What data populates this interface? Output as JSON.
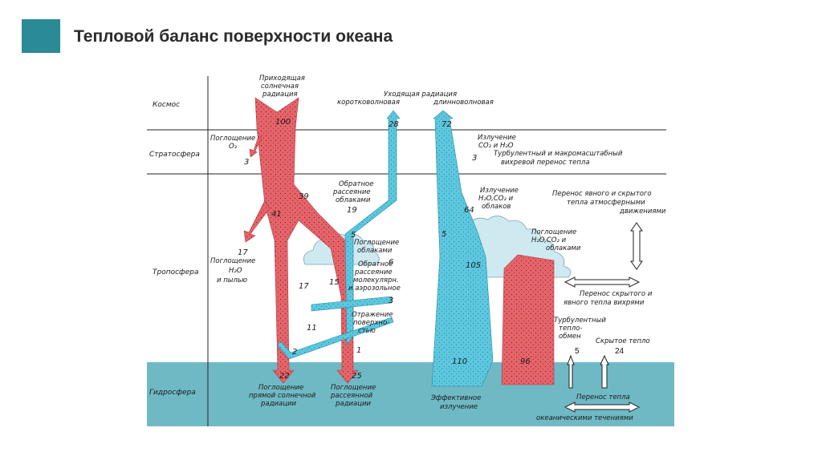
{
  "slide": {
    "title": "Тепловой баланс поверхности океана",
    "accent_color": "#2a8a96"
  },
  "colors": {
    "ocean": "#6fb9c5",
    "red_flow": "#e5646a",
    "blue_flow": "#5cc8e0",
    "cloud": "#cfe9f0"
  },
  "layers": {
    "space": "Космос",
    "stratosphere": "Стратосфера",
    "troposphere": "Тропосфера",
    "hydrosphere": "Гидросфера"
  },
  "labels": {
    "incoming_1": "Приходящая",
    "incoming_2": "солнечная",
    "incoming_3": "радиация",
    "outgoing_1": "Уходящая радиация",
    "outgoing_short": "коротковолновая",
    "outgoing_long": "длинноволновая",
    "absorb_o3_1": "Поглощение",
    "absorb_o3_2": "O₃",
    "emission_1": "Излучение",
    "emission_2": "CO₂ и H₂O",
    "turbulent_1": "Турбулентный и макромасштабный",
    "turbulent_2": "вихревой перенос тепла",
    "backscatter_1": "Обратное",
    "backscatter_2": "рассеяние",
    "backscatter_3": "облаками",
    "emission_clouds_1": "Излучение",
    "emission_clouds_2": "H₂O,CO₂ и",
    "emission_clouds_3": "облаков",
    "transfer_atm_1": "Перенос явного и скрытого",
    "transfer_atm_2": "тепла атмосферными",
    "transfer_atm_3": "движениями",
    "cloud_abs_1": "Поглощение",
    "cloud_abs_2": "облаками",
    "abs_h2o_clouds_1": "Поглощение",
    "abs_h2o_clouds_2": "H₂O,CO₂ и",
    "abs_h2o_clouds_3": "облаками",
    "abs_dust_1": "Поглощение",
    "abs_dust_2": "H₂O",
    "abs_dust_3": "и пылью",
    "mol_scatter_1": "Обратное",
    "mol_scatter_2": "рассеяние",
    "mol_scatter_3": "молекулярн.",
    "mol_scatter_4": "и аэрозольное",
    "surface_refl_1": "Отражение",
    "surface_refl_2": "поверхно-",
    "surface_refl_3": "стью",
    "eddy_1": "Перенос скрытого и",
    "eddy_2": "явного тепла вихрями",
    "turb_exchange_1": "Турбулентный",
    "turb_exchange_2": "тепло-",
    "turb_exchange_3": "обмен",
    "latent": "Скрытое тепло",
    "direct_abs_1": "Поглощение",
    "direct_abs_2": "прямой солнечной",
    "direct_abs_3": "радиации",
    "diffuse_abs_1": "Поглощение",
    "diffuse_abs_2": "рассеянной",
    "diffuse_abs_3": "радиации",
    "effective_1": "Эффективное",
    "effective_2": "излучение",
    "ocean_transfer_1": "Перенос тепла",
    "ocean_transfer_2": "океаническими течениями"
  },
  "values": {
    "v100": "100",
    "v28": "28",
    "v72": "72",
    "v3a": "3",
    "v3b": "3",
    "v39": "39",
    "v41": "41",
    "v19": "19",
    "v5a": "5",
    "v64": "64",
    "v5b": "5",
    "v17a": "17",
    "v17b": "17",
    "v15": "15",
    "v6": "6",
    "v3c": "3",
    "v105": "105",
    "v11": "11",
    "v2": "2",
    "v1": "1",
    "v22": "22",
    "v25": "25",
    "v110": "110",
    "v96": "96",
    "v5c": "5",
    "v24": "24"
  }
}
